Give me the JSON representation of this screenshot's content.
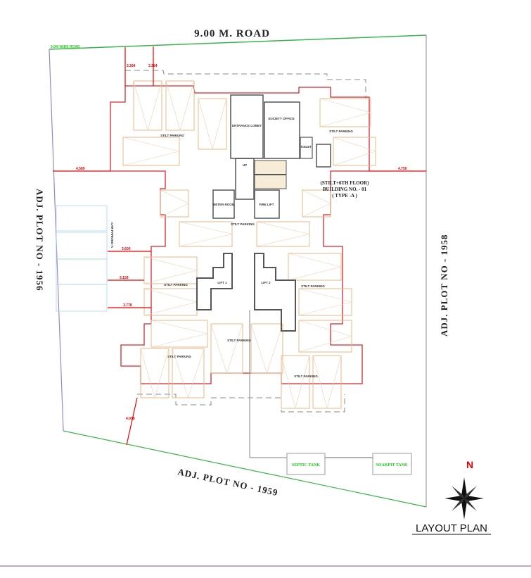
{
  "road": {
    "title": "9.00 M. ROAD",
    "tag": "9.0M WIDE ROAD"
  },
  "adjacent": {
    "left": "ADJ. PLOT NO - 1956",
    "right": "ADJ. PLOT NO - 1958",
    "bottom": "ADJ. PLOT NO - 1959"
  },
  "building": {
    "line1": "(STILT+6TH FLOOR)",
    "line2": "BUILDING NO. - 01",
    "line3": "( TYPE -A )"
  },
  "rooms": {
    "entrance_lobby": "ENTRANCE LOBBY",
    "society_office": "SOCIETY OFFICE",
    "toilet": "TOILET",
    "fire_lift": "FIRE LIFT",
    "meter_room": "METER ROOM",
    "up": "UP",
    "lift1": "LIFT 1",
    "lift2": "LIFT 2",
    "stilt_parking": "STILT PARKING",
    "car_parking": "CAR PARKING-A"
  },
  "dimensions": {
    "top_a": "3.284",
    "top_b": "3.284",
    "left": "4.589",
    "right": "4.750",
    "side1": "3.600",
    "side2": "3.159",
    "side3": "3.778",
    "bottom": "4.078"
  },
  "tanks": {
    "septic": "SEPTIC TANK",
    "soakpit": "SOAKPIT TANK"
  },
  "compass": {
    "label": "N"
  },
  "caption": "LAYOUT PLAN",
  "colors": {
    "road": "#39b54a",
    "building": "#d6262e",
    "parking": "#e8b98a",
    "core": "#555555",
    "dimension": "#ee0000"
  }
}
